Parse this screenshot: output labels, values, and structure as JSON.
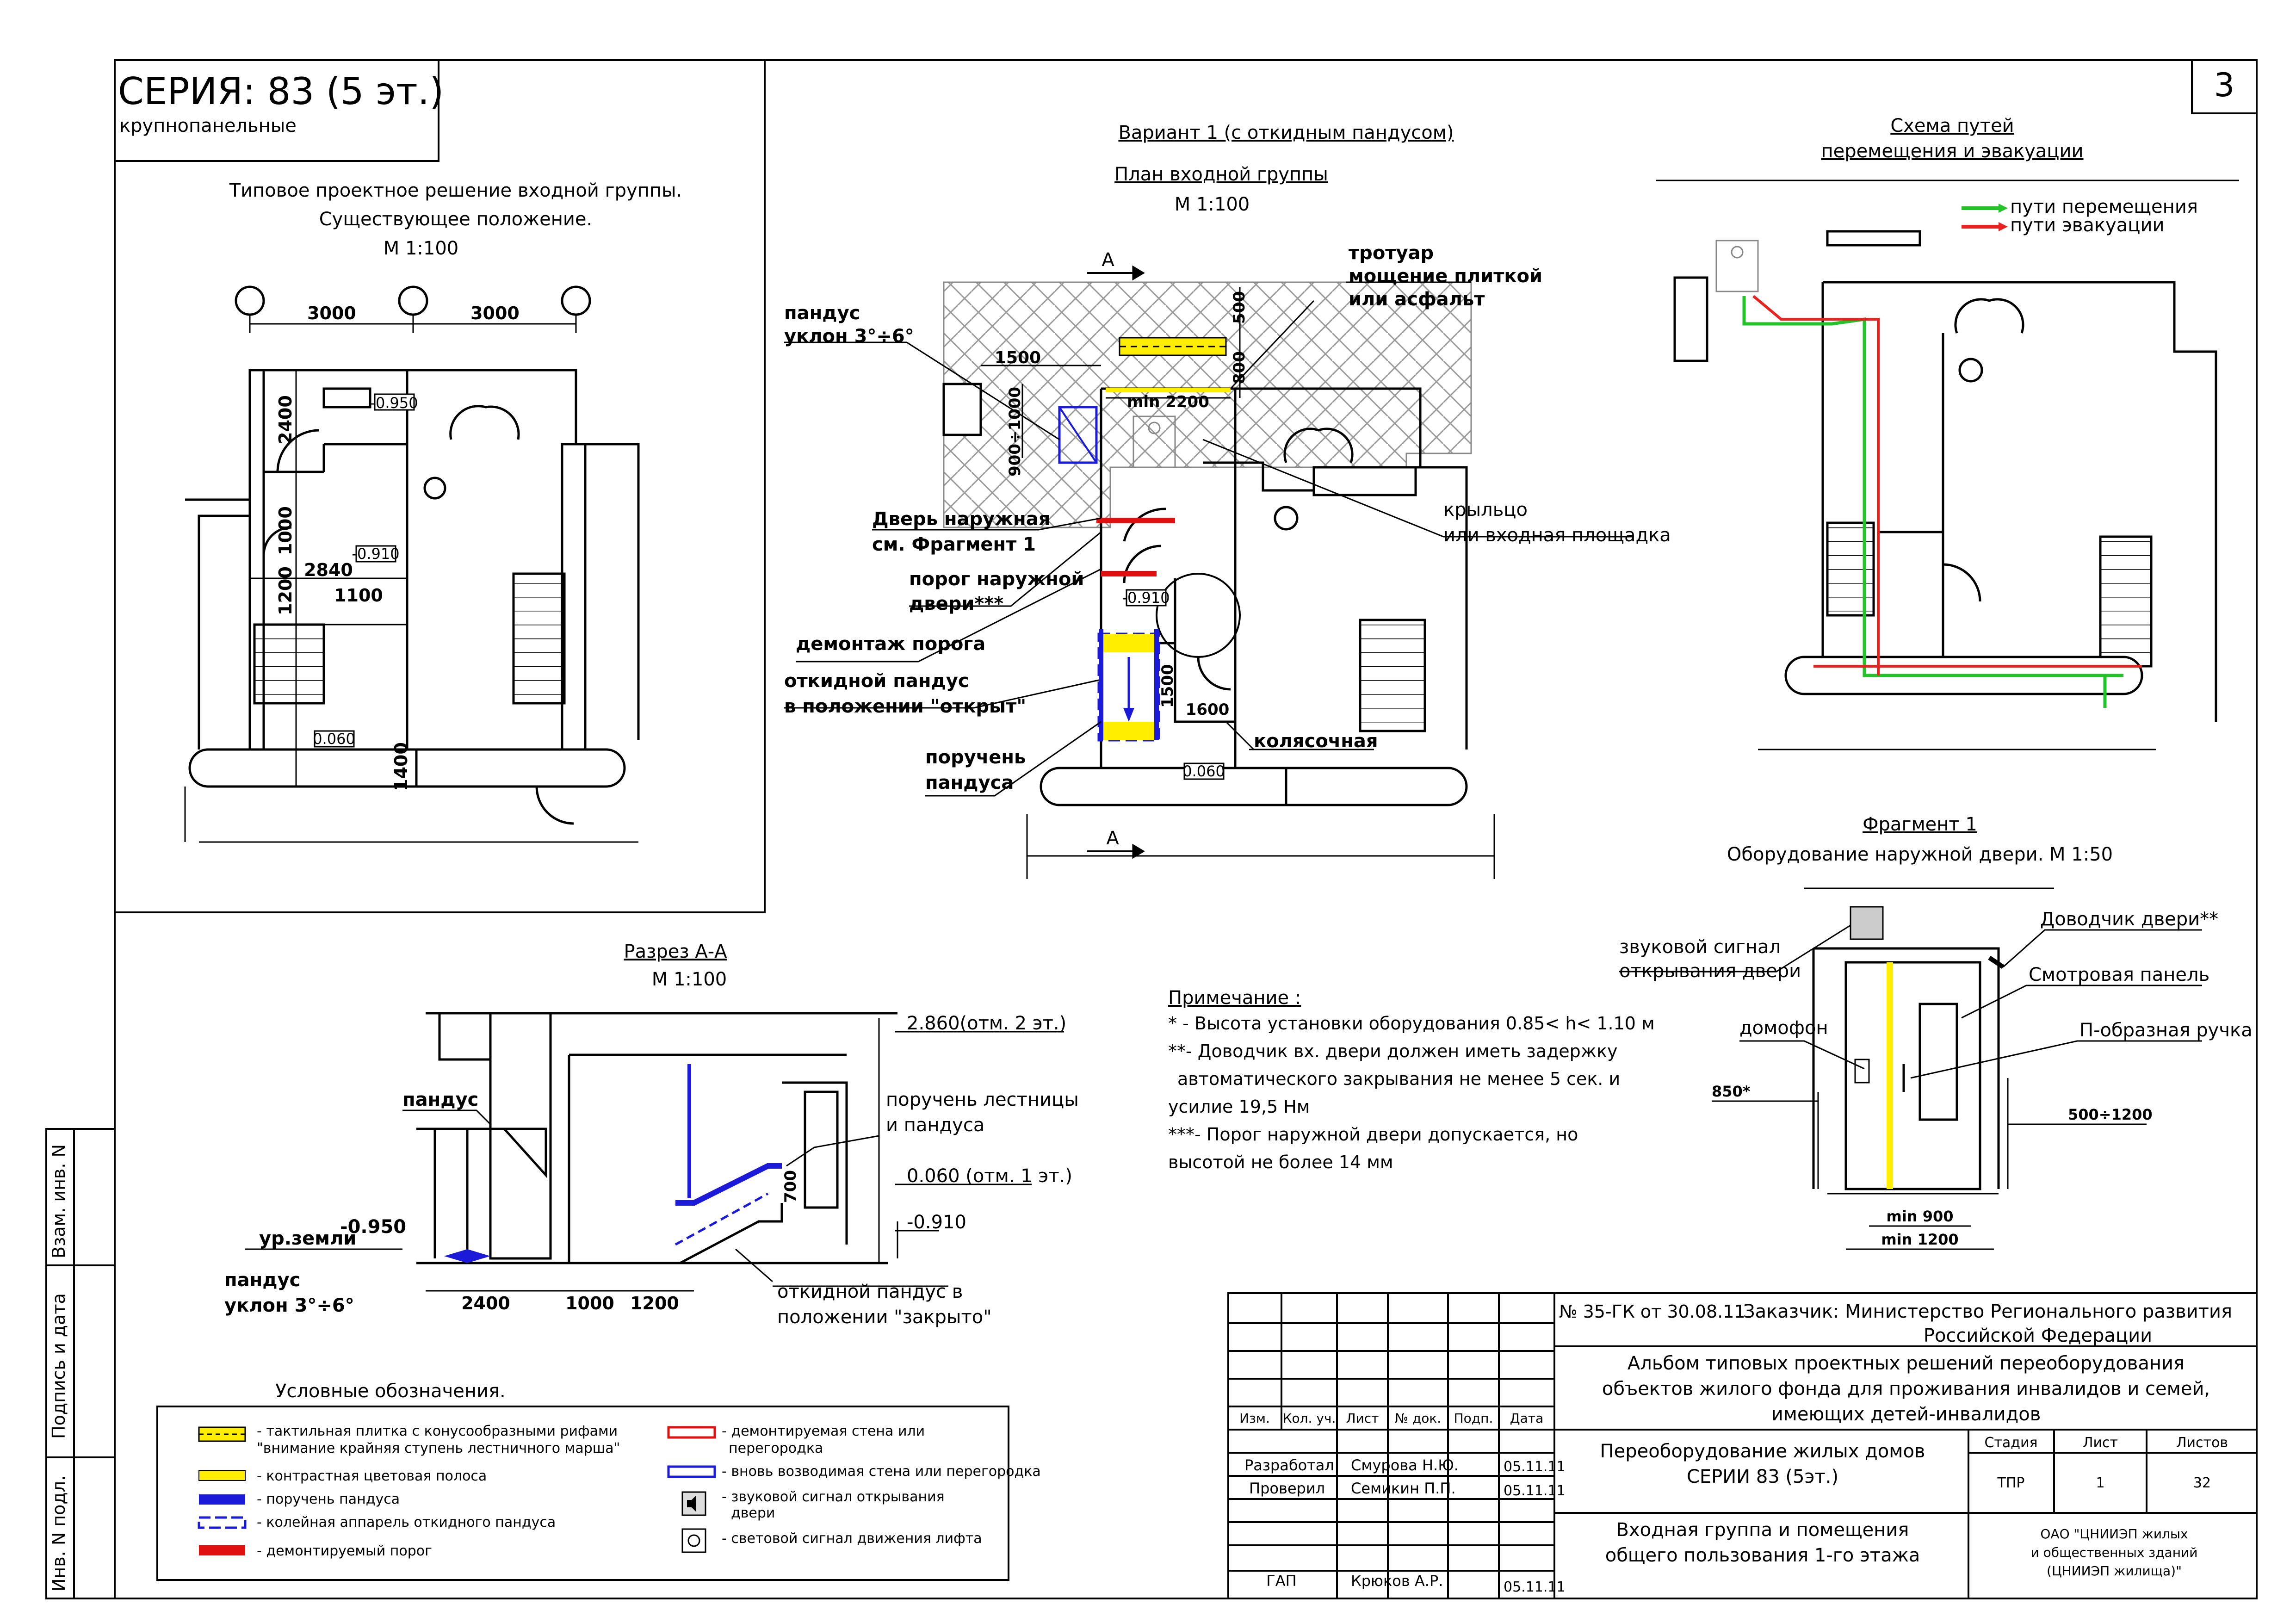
{
  "sheet": {
    "number": "3",
    "series_title": "СЕРИЯ: 83 (5 эт.)",
    "series_sub": "крупнопанельные"
  },
  "existing": {
    "title1": "Типовое проектное решение входной группы.",
    "title2": "Существующее положение.",
    "scale": "М 1:100",
    "dims": [
      "3000",
      "3000",
      "2400",
      "1000",
      "1200",
      "1400",
      "2840",
      "1100"
    ],
    "levels": [
      "-0.950",
      "-0.910",
      "0.060"
    ]
  },
  "variant": {
    "title": "Вариант 1 (с откидным пандусом)",
    "plan_title": "План входной группы",
    "scale": "М 1:100",
    "section_mark": "А",
    "dims": [
      "1500",
      "900÷1000",
      "min 2200",
      "500",
      "800",
      "1500",
      "1600"
    ],
    "levels": [
      "-0.910",
      "0.060"
    ],
    "callouts": {
      "ramp1": "пандус",
      "ramp2": "уклон 3°÷6°",
      "door1": "Дверь наружная",
      "door2": "см. Фрагмент 1",
      "threshold1": "порог наружной",
      "threshold2": "двери***",
      "demolish": "демонтаж порога",
      "foldramp1": "откидной пандус",
      "foldramp2": "в положении \"открыт\"",
      "handrail1": "поручень",
      "handrail2": "пандуса",
      "sidewalk1": "тротуар",
      "sidewalk2": "мощение плиткой",
      "sidewalk3": "или асфальт",
      "porch1": "крыльцо",
      "porch2": "или входная площадка",
      "stroller": "колясочная"
    }
  },
  "routes": {
    "title1": "Схема путей",
    "title2": "перемещения и эвакуации",
    "legend_green": "пути перемещения",
    "legend_red": "пути эвакуации",
    "green": "#22c42a",
    "red": "#e8231f"
  },
  "fragment": {
    "title": "Фрагмент 1",
    "subtitle": "Оборудование наружной двери. М 1:50",
    "sound1": "звуковой сигнал",
    "sound2": "открывания двери",
    "closer": "Доводчик двери**",
    "panel": "Смотровая панель",
    "handle": "П-образная ручка",
    "intercom": "домофон",
    "d850": "850*",
    "d500": "500÷1200",
    "min900": "min 900",
    "min1200": "min 1200"
  },
  "section": {
    "title": "Разрез А-А",
    "scale": "М 1:100",
    "ramp": "пандус",
    "ground": "ур.земли",
    "ground_lvl": "-0.950",
    "ramp_slope1": "пандус",
    "ramp_slope2": "уклон 3°÷6°",
    "lvl_top": "2.860(отм. 2 эт.)",
    "handrail1": "поручень лестницы",
    "handrail2": "и пандуса",
    "lvl_1": "0.060 (отм. 1 эт.)",
    "lvl_2": "-0.910",
    "d700": "700",
    "foldramp1": "откидной пандус в",
    "foldramp2": "положении \"закрыто\"",
    "dims": [
      "2400",
      "1000",
      "1200"
    ]
  },
  "notes": {
    "title": "Примечание :",
    "n1": "* - Высота установки оборудования 0.85< h< 1.10 м",
    "n2": "**- Доводчик вх. двери должен иметь задержку",
    "n3": "автоматического закрывания не менее 5 сек. и",
    "n4": "усилие 19,5 Нм",
    "n5": "***-  Порог наружной двери допускается, но",
    "n6": "высотой не более 14 мм"
  },
  "legend": {
    "title": "Условные обозначения.",
    "items": [
      "- тактильная плитка с конусообразными рифами",
      "\"внимание крайняя ступень лестничного марша\"",
      "- контрастная цветовая полоса",
      "- поручень пандуса",
      "- колейная аппарель откидного пандуса",
      "- демонтируемый порог",
      "- демонтируемая стена или",
      "перегородка",
      "- вновь возводимая стена или перегородка",
      "- звуковой сигнал открывания",
      "двери",
      "- световой сигнал движения лифта"
    ],
    "yellow": "#ffee00",
    "blue": "#1a1ad8",
    "red": "#e01010"
  },
  "side_stamp": [
    "Взам. инв. N",
    "Подпись и дата",
    "Инв. N подл."
  ],
  "title_block": {
    "contract": "№ 35-ГК от 30.08.11",
    "customer1": "Заказчик: Министерство Регионального развития",
    "customer2": "Российской Федерации",
    "album1": "Альбом типовых проектных решений переоборудования",
    "album2": "объектов жилого фонда для проживания инвалидов и семей,",
    "album3": "имеющих детей-инвалидов",
    "hdr": [
      "Изм.",
      "Кол. уч.",
      "Лист",
      "№ док.",
      "Подп.",
      "Дата"
    ],
    "role1": "Разработал",
    "name1": "Смурова Н.Ю.",
    "date1": "05.11.11",
    "role2": "Проверил",
    "name2": "Семикин П.П.",
    "date2": "05.11.11",
    "role3": "ГАП",
    "name3": "Крюков А.Р.",
    "date3": "05.11.11",
    "work1": "Переоборудование жилых домов",
    "work2": "СЕРИИ 83 (5эт.)",
    "stage_h": "Стадия",
    "sheet_h": "Лист",
    "sheets_h": "Листов",
    "stage": "ТПР",
    "sheet": "1",
    "sheets": "32",
    "draw1": "Входная группа и помещения",
    "draw2": "общего пользования 1-го этажа",
    "org1": "ОАО \"ЦНИИЭП жилых",
    "org2": "и общественных зданий",
    "org3": "(ЦНИИЭП жилища)\""
  }
}
